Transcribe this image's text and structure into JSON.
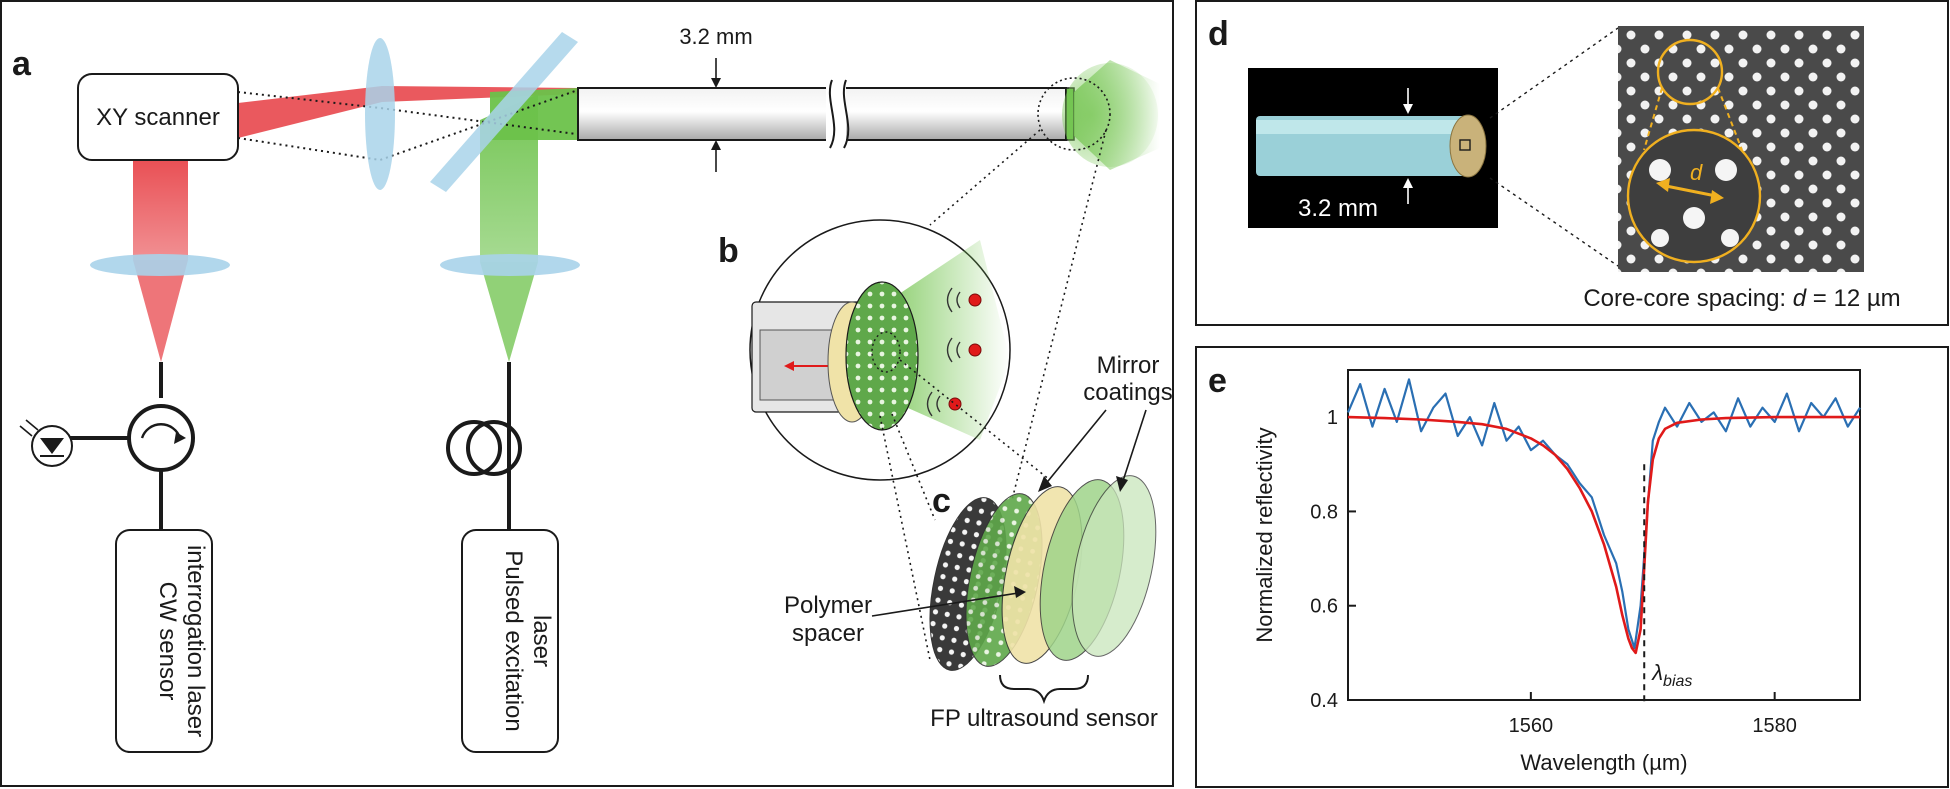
{
  "panel_letters": {
    "a": "a",
    "b": "b",
    "c": "c",
    "d": "d",
    "e": "e"
  },
  "labels": {
    "xy_scanner": "XY scanner",
    "fiber_diameter": "3.2 mm",
    "cw_laser_line1": "CW sensor",
    "cw_laser_line2": "interrogation laser",
    "pulsed_laser_line1": "Pulsed excitation",
    "pulsed_laser_line2": "laser",
    "mirror_line1": "Mirror",
    "mirror_line2": "coatings",
    "polymer_line1": "Polymer",
    "polymer_line2": "spacer",
    "fp_sensor": "FP ultrasound sensor",
    "photo_diameter": "3.2 mm",
    "spacing_symbol": "d",
    "spacing_caption_pre": "Core-core spacing: ",
    "spacing_caption_var": "d",
    "spacing_caption_post": " = 12 µm"
  },
  "colors": {
    "red_beam": "#e8474c",
    "green_beam": "#6cc24a",
    "lens": "#a9d3ea",
    "measured": "#2a6fb3",
    "fit": "#e01a1a",
    "gold": "#f0b020"
  },
  "chart_data": {
    "type": "line",
    "xlabel": "Wavelength (µm)",
    "ylabel": "Normalized reflectivity",
    "xlim": [
      1545,
      1587
    ],
    "ylim": [
      0.4,
      1.1
    ],
    "xticks": [
      1560,
      1580
    ],
    "yticks": [
      0.4,
      0.6,
      0.8,
      1
    ],
    "ytick_labels": [
      "0.4",
      "0.6",
      "0.8",
      "1"
    ],
    "xtick_labels": [
      "1560",
      "1580"
    ],
    "annotation_prefix": "λ",
    "annotation_sub": "bias",
    "annotation_x": 1569.3,
    "series": [
      {
        "role": "measured",
        "x": [
          1545,
          1546,
          1547,
          1548,
          1549,
          1550,
          1551,
          1552,
          1553,
          1554,
          1555,
          1556,
          1557,
          1558,
          1559,
          1560,
          1561,
          1562,
          1563,
          1564,
          1565,
          1566,
          1567,
          1567.5,
          1568,
          1568.5,
          1569,
          1569.5,
          1570,
          1570.5,
          1571,
          1572,
          1573,
          1574,
          1575,
          1576,
          1577,
          1578,
          1579,
          1580,
          1581,
          1582,
          1583,
          1584,
          1585,
          1586,
          1587
        ],
        "y": [
          1.01,
          1.07,
          0.98,
          1.06,
          0.99,
          1.08,
          0.97,
          1.02,
          1.05,
          0.96,
          1.0,
          0.94,
          1.03,
          0.95,
          0.98,
          0.93,
          0.95,
          0.92,
          0.9,
          0.86,
          0.83,
          0.75,
          0.69,
          0.63,
          0.55,
          0.51,
          0.6,
          0.78,
          0.95,
          0.99,
          1.02,
          0.98,
          1.03,
          0.99,
          1.01,
          0.97,
          1.04,
          0.98,
          1.02,
          0.99,
          1.05,
          0.97,
          1.03,
          1.0,
          1.04,
          0.98,
          1.02
        ]
      },
      {
        "role": "fit",
        "x": [
          1545,
          1548,
          1551,
          1554,
          1556,
          1558,
          1560,
          1561,
          1562,
          1563,
          1564,
          1565,
          1566,
          1567,
          1567.5,
          1568,
          1568.3,
          1568.6,
          1569,
          1569.3,
          1569.6,
          1570,
          1570.5,
          1571,
          1572,
          1574,
          1576,
          1580,
          1584,
          1587
        ],
        "y": [
          1.0,
          0.998,
          0.995,
          0.99,
          0.985,
          0.975,
          0.955,
          0.94,
          0.92,
          0.89,
          0.85,
          0.8,
          0.73,
          0.64,
          0.58,
          0.53,
          0.51,
          0.5,
          0.55,
          0.68,
          0.82,
          0.91,
          0.955,
          0.975,
          0.988,
          0.995,
          0.998,
          1.0,
          1.0,
          1.0
        ]
      }
    ]
  }
}
